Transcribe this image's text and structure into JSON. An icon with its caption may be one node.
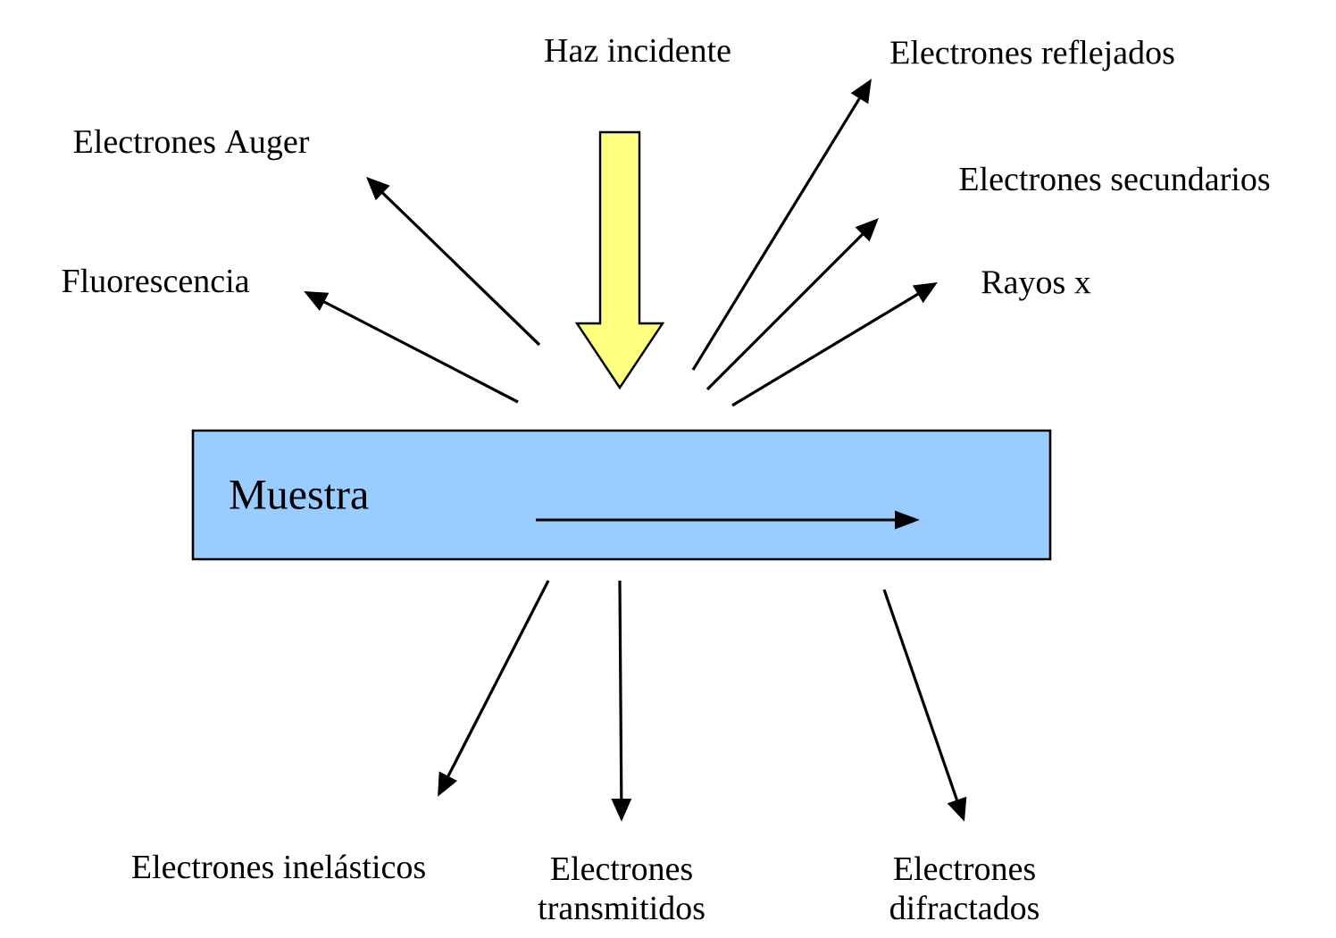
{
  "diagram": {
    "nodes": [
      {
        "text": [
          "Haz incidente"
        ]
      },
      {
        "text": [
          "Electrones reflejados"
        ]
      },
      {
        "text": [
          "Electrones Auger"
        ]
      },
      {
        "text": [
          "Electrones secundarios"
        ]
      },
      {
        "text": [
          "Fluorescencia"
        ]
      },
      {
        "text": [
          "Rayos x"
        ]
      },
      {
        "text": [
          "Muestra"
        ]
      },
      {
        "text": [
          "Electrones inelásticos"
        ]
      },
      {
        "text": [
          "Electrones transmitidos"
        ]
      },
      {
        "text": [
          "Electrones difractados"
        ]
      }
    ],
    "edges": [
      {
        "from": 0,
        "to": 6,
        "arrow": "to",
        "style": "thick",
        "color": "#ffff80"
      },
      {
        "from": 6,
        "to": 1,
        "arrow": "to"
      },
      {
        "from": 6,
        "to": 2,
        "arrow": "to"
      },
      {
        "from": 6,
        "to": 3,
        "arrow": "to"
      },
      {
        "from": 6,
        "to": 4,
        "arrow": "to"
      },
      {
        "from": 6,
        "to": 5,
        "arrow": "to"
      },
      {
        "from": 6,
        "to": 7,
        "arrow": "to"
      },
      {
        "from": 6,
        "to": 8,
        "arrow": "to"
      },
      {
        "from": 6,
        "to": 9,
        "arrow": "to"
      }
    ]
  }
}
